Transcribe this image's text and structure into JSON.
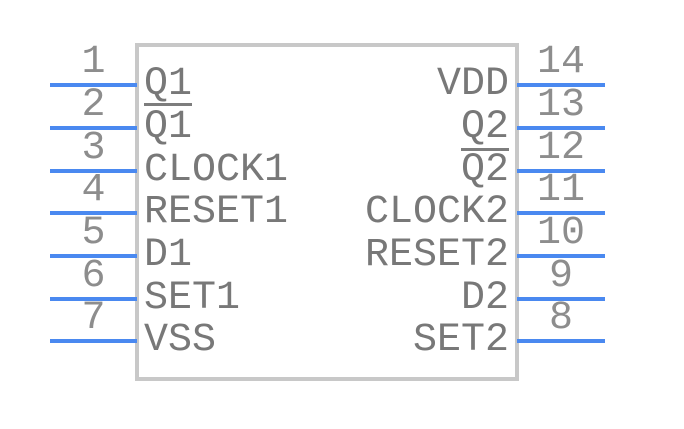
{
  "diagram": {
    "type": "schematic-symbol",
    "colors": {
      "pin_line": "#4a89f0",
      "body_outline": "#c8c8c8",
      "label_text": "#787878",
      "number_text": "#8d8d8d",
      "background": "#ffffff"
    },
    "pins": {
      "left": [
        {
          "number": "1",
          "label": "Q1",
          "inverted": true
        },
        {
          "number": "2",
          "label": "Q1",
          "inverted": false
        },
        {
          "number": "3",
          "label": "CLOCK1",
          "inverted": false
        },
        {
          "number": "4",
          "label": "RESET1",
          "inverted": false
        },
        {
          "number": "5",
          "label": "D1",
          "inverted": false
        },
        {
          "number": "6",
          "label": "SET1",
          "inverted": false
        },
        {
          "number": "7",
          "label": "VSS",
          "inverted": false
        }
      ],
      "right": [
        {
          "number": "14",
          "label": "VDD",
          "inverted": false
        },
        {
          "number": "13",
          "label": "Q2",
          "inverted": true
        },
        {
          "number": "12",
          "label": "Q2",
          "inverted": false
        },
        {
          "number": "11",
          "label": "CLOCK2",
          "inverted": false
        },
        {
          "number": "10",
          "label": "RESET2",
          "inverted": false
        },
        {
          "number": "9",
          "label": "D2",
          "inverted": false
        },
        {
          "number": "8",
          "label": "SET2",
          "inverted": false
        }
      ]
    }
  }
}
